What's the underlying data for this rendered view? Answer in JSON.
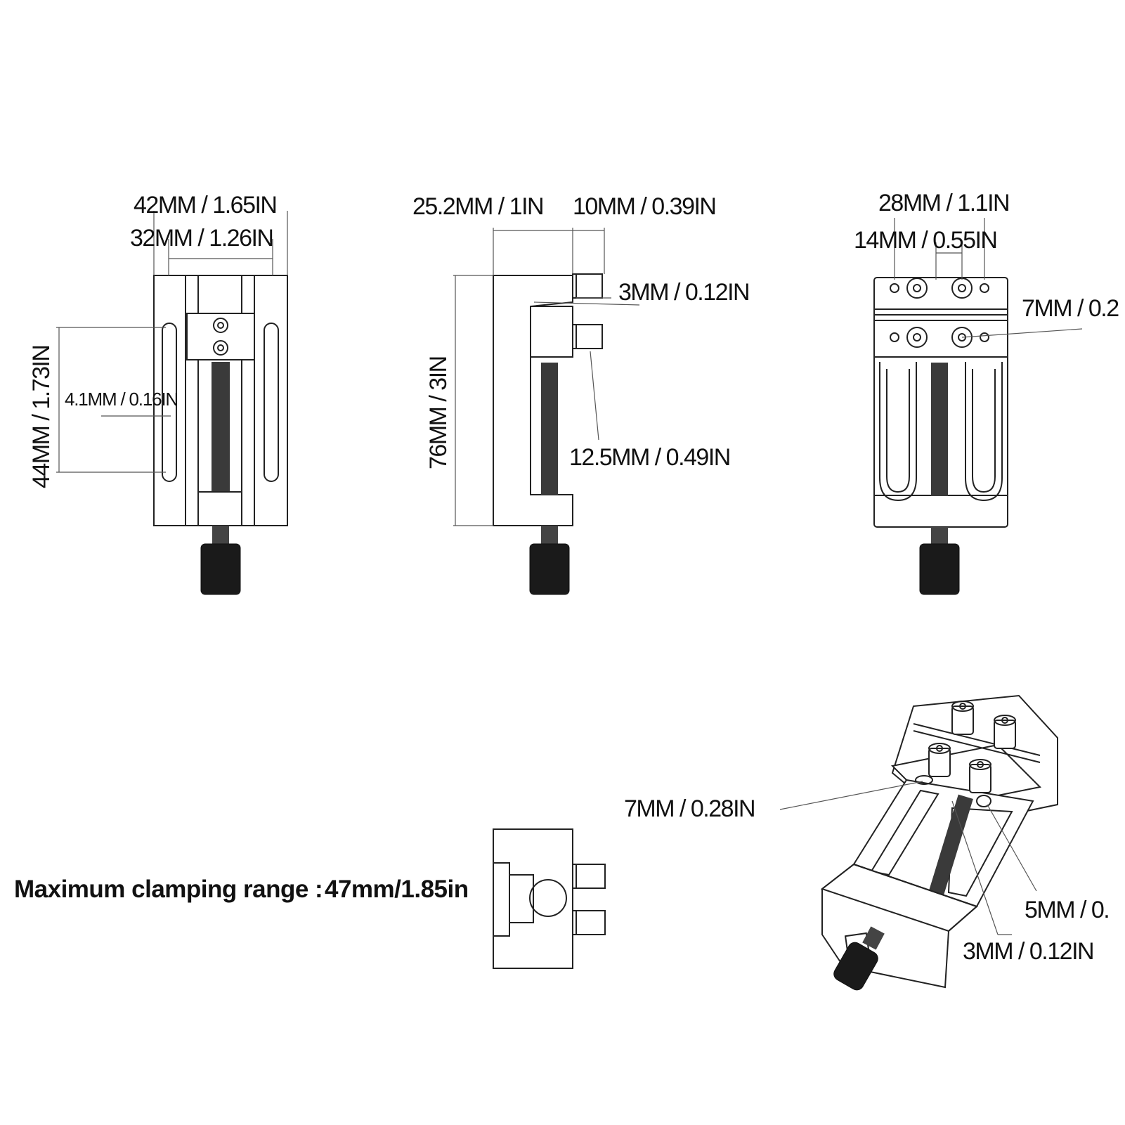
{
  "views": {
    "front": {
      "width_outer": "42MM / 1.65IN",
      "width_inner": "32MM / 1.26IN",
      "height_slot": "44MM / 1.73IN",
      "slot_width": "4.1MM / 0.16IN"
    },
    "side": {
      "depth": "25.2MM / 1IN",
      "pin_depth": "10MM / 0.39IN",
      "step": "3MM / 0.12IN",
      "total_height": "76MM / 3IN",
      "pin_length": "12.5MM / 0.49IN"
    },
    "back": {
      "width_holes": "28MM / 1.1IN",
      "hole_spacing": "14MM / 0.55IN",
      "hole_diameter": "7MM / 0.2"
    },
    "perspective": {
      "hole_diameter": "7MM / 0.28IN",
      "pin_diameter": "5MM / 0.",
      "step": "3MM / 0.12IN"
    }
  },
  "caption": {
    "label": "Maximum clamping range :",
    "value": "47mm/1.85in"
  }
}
